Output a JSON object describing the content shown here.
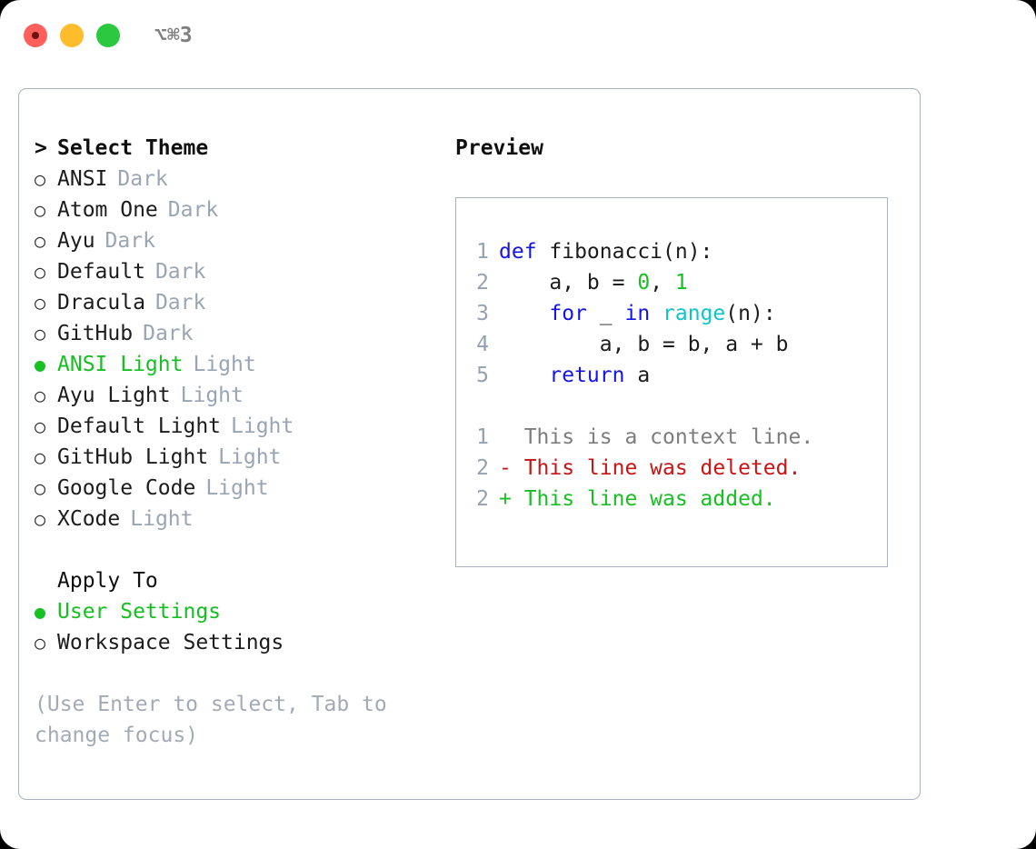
{
  "titlebar": {
    "shortcut": "⌥⌘3",
    "buttons": [
      {
        "name": "close",
        "color": "#ff605c"
      },
      {
        "name": "minimize",
        "color": "#ffbd2e"
      },
      {
        "name": "zoom",
        "color": "#2bc93f"
      }
    ]
  },
  "theme_list": {
    "header": "Select Theme",
    "caret": ">",
    "radio_off": "○",
    "radio_on": "●",
    "items": [
      {
        "label": "ANSI",
        "meta": "Dark",
        "selected": false
      },
      {
        "label": "Atom One",
        "meta": "Dark",
        "selected": false
      },
      {
        "label": "Ayu",
        "meta": "Dark",
        "selected": false
      },
      {
        "label": "Default",
        "meta": "Dark",
        "selected": false
      },
      {
        "label": "Dracula",
        "meta": "Dark",
        "selected": false
      },
      {
        "label": "GitHub",
        "meta": "Dark",
        "selected": false
      },
      {
        "label": "ANSI Light",
        "meta": "Light",
        "selected": true
      },
      {
        "label": "Ayu Light",
        "meta": "Light",
        "selected": false
      },
      {
        "label": "Default Light",
        "meta": "Light",
        "selected": false
      },
      {
        "label": "GitHub Light",
        "meta": "Light",
        "selected": false
      },
      {
        "label": "Google Code",
        "meta": "Light",
        "selected": false
      },
      {
        "label": "XCode",
        "meta": "Light",
        "selected": false
      }
    ]
  },
  "apply_to": {
    "title": "Apply To",
    "items": [
      {
        "label": "User Settings",
        "selected": true
      },
      {
        "label": "Workspace Settings",
        "selected": false
      }
    ]
  },
  "hint": "(Use Enter to select, Tab to change focus)",
  "preview": {
    "title": "Preview",
    "code_lines": [
      {
        "no": "1",
        "tokens": [
          {
            "t": "def",
            "c": "kw"
          },
          {
            "t": " fibonacci(n):",
            "c": "txt"
          }
        ]
      },
      {
        "no": "2",
        "tokens": [
          {
            "t": "    a, b = ",
            "c": "txt"
          },
          {
            "t": "0",
            "c": "num"
          },
          {
            "t": ", ",
            "c": "txt"
          },
          {
            "t": "1",
            "c": "num"
          }
        ]
      },
      {
        "no": "3",
        "tokens": [
          {
            "t": "    ",
            "c": "txt"
          },
          {
            "t": "for",
            "c": "kw"
          },
          {
            "t": " _ ",
            "c": "txt"
          },
          {
            "t": "in",
            "c": "kw"
          },
          {
            "t": " ",
            "c": "txt"
          },
          {
            "t": "range",
            "c": "fn"
          },
          {
            "t": "(n):",
            "c": "txt"
          }
        ]
      },
      {
        "no": "4",
        "tokens": [
          {
            "t": "        a, b = b, a + b",
            "c": "txt"
          }
        ]
      },
      {
        "no": "5",
        "tokens": [
          {
            "t": "    ",
            "c": "txt"
          },
          {
            "t": "return",
            "c": "kw"
          },
          {
            "t": " a",
            "c": "txt"
          }
        ]
      }
    ],
    "diff_lines": [
      {
        "no": "1",
        "text": "  This is a context line.",
        "kind": "ctx"
      },
      {
        "no": "2",
        "text": "- This line was deleted.",
        "kind": "del"
      },
      {
        "no": "2",
        "text": "+ This line was added.",
        "kind": "add"
      }
    ]
  },
  "colors": {
    "accent_green": "#16c020",
    "muted": "#9aa5b4",
    "border": "#aab2bf",
    "keyword": "#1414e8",
    "number": "#16c020",
    "function": "#0fc4c8",
    "diff_delete": "#c81414",
    "diff_add": "#16c020",
    "diff_context": "#7d7d7d",
    "lineno": "#93a1b0"
  }
}
